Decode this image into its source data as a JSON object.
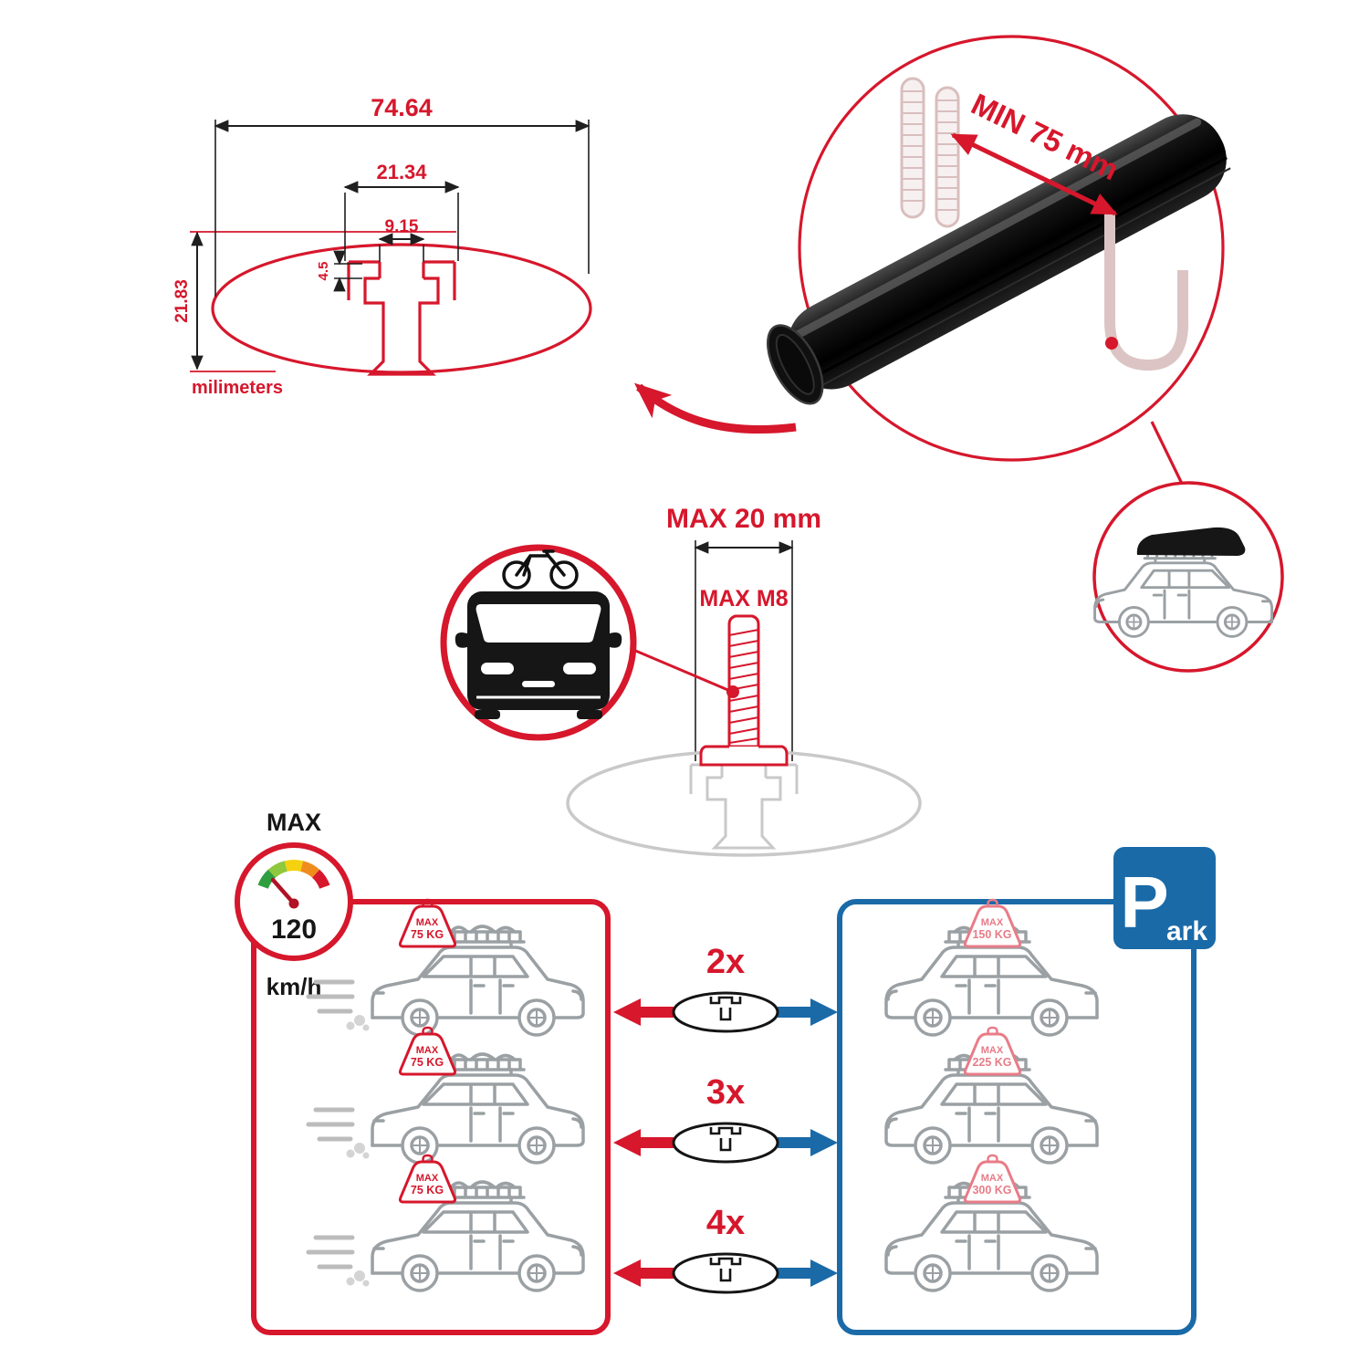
{
  "colors": {
    "accent_red": "#d6172c",
    "accent_blue": "#1a6aa8",
    "light_red": "#e87c88",
    "ghost_gray": "#c9c9c9"
  },
  "cross_section_diagram": {
    "total_width": "74.64",
    "slot_outer_width": "21.34",
    "slot_opening_width": "9.15",
    "lip_depth": "4.5",
    "total_height": "21.83",
    "units_label": "milimeters"
  },
  "crossbar_view": {
    "min_span_label": "MIN 75 mm"
  },
  "bolt_diagram": {
    "max_length_label": "MAX 20 mm",
    "max_thread_label": "MAX M8"
  },
  "speed_badge": {
    "title": "MAX",
    "value": "120",
    "unit": "km/h"
  },
  "parking_sign": {
    "letter": "P",
    "suffix": "ark"
  },
  "load_comparison": {
    "multipliers": [
      "2x",
      "3x",
      "4x"
    ],
    "driving_cars": [
      {
        "tag_title": "MAX",
        "tag_weight": "75 KG"
      },
      {
        "tag_title": "MAX",
        "tag_weight": "75 KG"
      },
      {
        "tag_title": "MAX",
        "tag_weight": "75 KG"
      }
    ],
    "parked_cars": [
      {
        "tag_title": "MAX",
        "tag_weight": "150 KG"
      },
      {
        "tag_title": "MAX",
        "tag_weight": "225 KG"
      },
      {
        "tag_title": "MAX",
        "tag_weight": "300 KG"
      }
    ]
  }
}
